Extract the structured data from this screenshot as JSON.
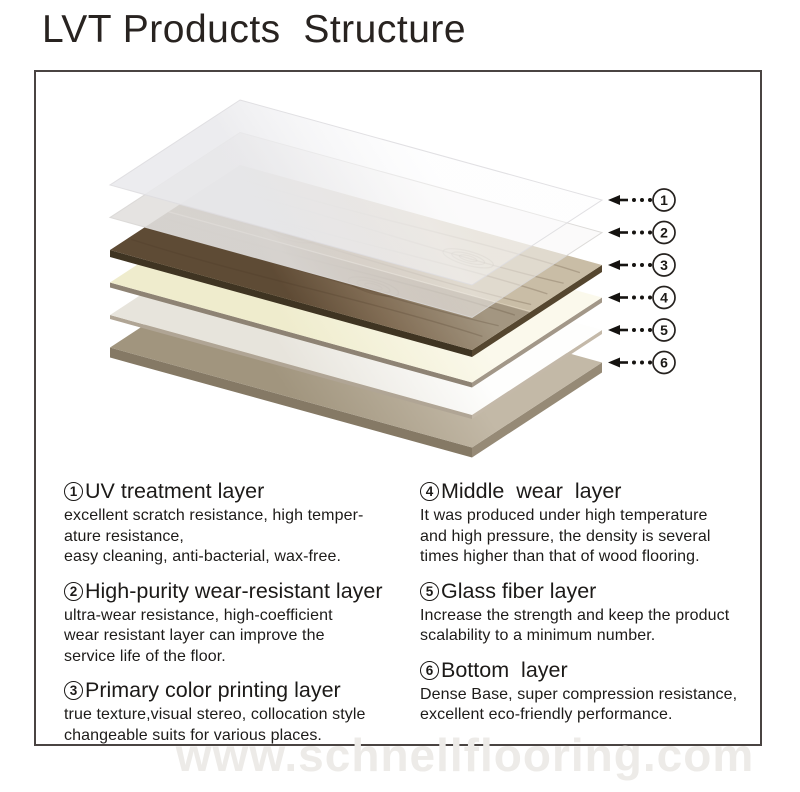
{
  "title": "LVT Products  Structure",
  "watermark": "www.schnellflooring.com",
  "colors": {
    "frame": "#4a4442",
    "text": "#1c1a18",
    "callout_ink": "#151310"
  },
  "diagram": {
    "layers": [
      {
        "num": "1",
        "name": "uv-treatment",
        "thickness": 0,
        "stroke": "rgba(222,221,224,0.9)",
        "stops": [
          [
            0,
            "rgba(233,233,236,0.85)"
          ],
          [
            1,
            "rgba(251,251,252,0.4)"
          ]
        ]
      },
      {
        "num": "2",
        "name": "wear-resistant",
        "thickness": 0,
        "stroke": "rgba(217,215,213,0.9)",
        "stops": [
          [
            0,
            "rgba(226,224,222,0.9)"
          ],
          [
            1,
            "rgba(247,246,245,0.5)"
          ]
        ]
      },
      {
        "num": "3",
        "name": "color-printing",
        "thickness": 7,
        "side": "#55462f",
        "side2": "#3f3422",
        "wood": true,
        "stops": [
          [
            0,
            "#6d5840"
          ],
          [
            0.45,
            "#9c866b"
          ],
          [
            1,
            "#c9bda6"
          ]
        ]
      },
      {
        "num": "4",
        "name": "middle-wear",
        "thickness": 5,
        "side": "#a29788",
        "side2": "#8e8374",
        "stops": [
          [
            0,
            "#efeccd"
          ],
          [
            1,
            "#fbf9ec"
          ]
        ]
      },
      {
        "num": "5",
        "name": "glass-fiber",
        "thickness": 4,
        "side": "#c4b9a9",
        "side2": "#b0a595",
        "stops": [
          [
            0,
            "#e7e4dc"
          ],
          [
            1,
            "#fefefd"
          ]
        ]
      },
      {
        "num": "6",
        "name": "bottom",
        "thickness": 10,
        "side": "#968a76",
        "side2": "#857965",
        "stops": [
          [
            0,
            "#a1957e"
          ],
          [
            1,
            "#c3b9a7"
          ]
        ]
      }
    ]
  },
  "sections": [
    {
      "num": "1",
      "title": "UV treatment layer",
      "lines": [
        "excellent scratch resistance,  high temper-",
        "ature resistance,",
        "easy cleaning, anti-bacterial, wax-free."
      ]
    },
    {
      "num": "2",
      "title": "High-purity wear-resistant layer",
      "lines": [
        "ultra-wear resistance, high-coefficient",
        "wear resistant layer can improve the",
        "service life of the floor."
      ]
    },
    {
      "num": "3",
      "title": "Primary color printing layer",
      "lines": [
        "true texture,visual stereo, collocation style",
        "changeable suits for various places."
      ]
    },
    {
      "num": "4",
      "title": "Middle  wear  layer",
      "lines": [
        "It was produced under high temperature",
        "and high pressure, the density is several",
        "times higher than that of wood flooring."
      ]
    },
    {
      "num": "5",
      "title": "Glass fiber layer",
      "lines": [
        "Increase the strength and keep the product",
        "scalability to a minimum number."
      ]
    },
    {
      "num": "6",
      "title": "Bottom  layer",
      "lines": [
        "Dense Base, super compression resistance,",
        "excellent eco-friendly performance."
      ]
    }
  ]
}
